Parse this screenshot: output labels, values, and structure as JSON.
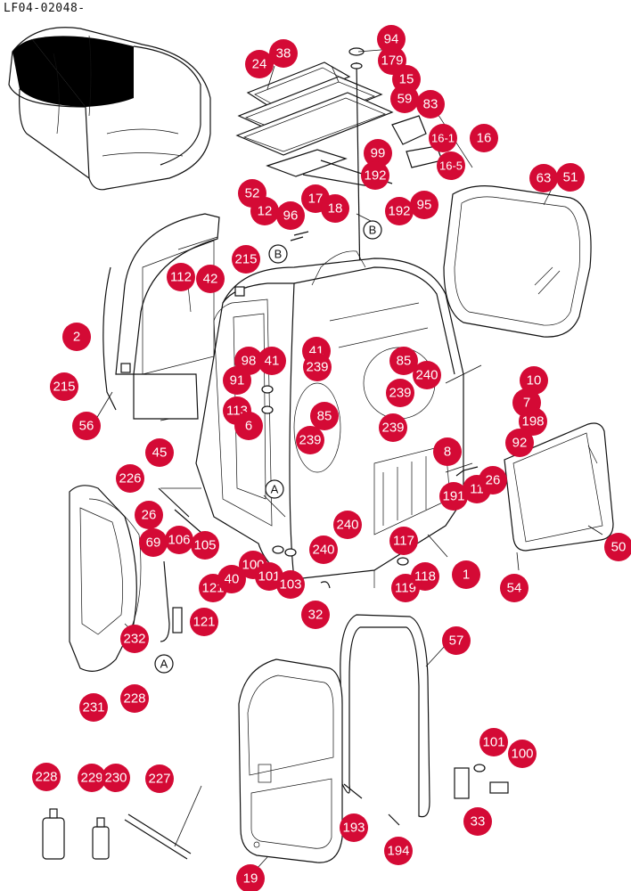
{
  "figure": {
    "ref_code": "LF04-02048-",
    "badge_color": "#d40a35"
  },
  "part_labels": [
    "94",
    "179",
    "24",
    "38",
    "15",
    "59",
    "83",
    "16",
    "16-1",
    "16-5",
    "99",
    "192",
    "95",
    "192",
    "52",
    "12",
    "96",
    "17",
    "18",
    "63",
    "51",
    "215",
    "112",
    "42",
    "2",
    "98",
    "41",
    "91",
    "41",
    "239",
    "85",
    "240",
    "239",
    "10",
    "7",
    "198",
    "92",
    "215",
    "56",
    "45",
    "113",
    "6",
    "239",
    "85",
    "8",
    "239",
    "191",
    "11",
    "26",
    "50",
    "226",
    "26",
    "69",
    "106",
    "105",
    "240",
    "117",
    "240",
    "1",
    "121",
    "100",
    "101",
    "103",
    "40",
    "121",
    "119",
    "118",
    "54",
    "32",
    "232",
    "57",
    "228",
    "231",
    "101",
    "100",
    "33",
    "193",
    "194",
    "228",
    "229",
    "230",
    "227",
    "19"
  ],
  "callouts": [
    "B",
    "B",
    "A",
    "A"
  ]
}
